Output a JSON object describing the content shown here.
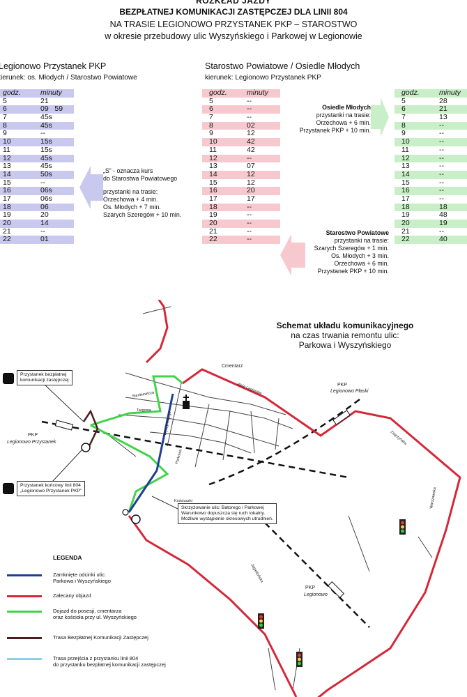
{
  "header": {
    "line1": "ROZKŁAD JAZDY",
    "line2": "BEZPŁATNEJ KOMUNIKACJI ZASTĘPCZEJ DLA LINII 804",
    "line3": "NA TRASIE LEGIONOWO PRZYSTANEK PKP – STAROSTWO",
    "line4": "w okresie przebudowy ulic Wyszyńskiego i Parkowej w Legionowie"
  },
  "left": {
    "title": "Legionowo Przystanek PKP",
    "direction": "kierunek: os. Młodych / Starostwo Powiatowe",
    "head_hour": "godz.",
    "head_min": "minuty",
    "rows": [
      {
        "h": "5",
        "m": "21"
      },
      {
        "h": "6",
        "m": "09   59"
      },
      {
        "h": "7",
        "m": "45s"
      },
      {
        "h": "8",
        "m": "45s"
      },
      {
        "h": "9",
        "m": "--"
      },
      {
        "h": "10",
        "m": "15s"
      },
      {
        "h": "11",
        "m": "15s"
      },
      {
        "h": "12",
        "m": "45s"
      },
      {
        "h": "13",
        "m": "45s"
      },
      {
        "h": "14",
        "m": "50s"
      },
      {
        "h": "15",
        "m": "--"
      },
      {
        "h": "16",
        "m": "06s"
      },
      {
        "h": "17",
        "m": "06s"
      },
      {
        "h": "18",
        "m": "06"
      },
      {
        "h": "19",
        "m": "20"
      },
      {
        "h": "20",
        "m": "14"
      },
      {
        "h": "21",
        "m": "--"
      },
      {
        "h": "22",
        "m": "01"
      }
    ],
    "note": [
      "„S” - oznacza kurs",
      "do Starostwa Powiatowego",
      "",
      "przystanki na trasie:",
      "Orzechowa + 4 min.",
      "Os. Młodych + 7 min.",
      "Szarych Szeregów + 10 min."
    ]
  },
  "middle": {
    "title": "Starostwo Powiatowe / Osiedle Młodych",
    "direction": "kierunek: Legionowo Przystanek PKP",
    "head_hour": "godz.",
    "head_min": "minuty",
    "rows": [
      {
        "h": "5",
        "m": "--"
      },
      {
        "h": "6",
        "m": "--"
      },
      {
        "h": "7",
        "m": "--"
      },
      {
        "h": "8",
        "m": "02"
      },
      {
        "h": "9",
        "m": "12"
      },
      {
        "h": "10",
        "m": "42"
      },
      {
        "h": "11",
        "m": "42"
      },
      {
        "h": "12",
        "m": "--"
      },
      {
        "h": "13",
        "m": "07"
      },
      {
        "h": "14",
        "m": "12"
      },
      {
        "h": "15",
        "m": "12"
      },
      {
        "h": "16",
        "m": "20"
      },
      {
        "h": "17",
        "m": "17"
      },
      {
        "h": "18",
        "m": "--"
      },
      {
        "h": "19",
        "m": "--"
      },
      {
        "h": "20",
        "m": "--"
      },
      {
        "h": "21",
        "m": "--"
      },
      {
        "h": "22",
        "m": "--"
      }
    ],
    "note_osiedle": [
      "Osiedle Młodych",
      "przystanki na trasie:",
      "Orzechowa + 6 min.",
      "Przystanek PKP + 10 min."
    ],
    "note_starostwo": [
      "Starostwo Powiatowe",
      "przystanki na trasie:",
      "Szarych Szeregów + 1 min.",
      "Os. Młodych + 3 min.",
      "Orzechowa + 6 min.",
      "Przystanek PKP + 10 min."
    ]
  },
  "right": {
    "head_hour": "godz.",
    "head_min": "minuty",
    "rows": [
      {
        "h": "5",
        "m": "28"
      },
      {
        "h": "6",
        "m": "21"
      },
      {
        "h": "7",
        "m": "13"
      },
      {
        "h": "8",
        "m": "--"
      },
      {
        "h": "9",
        "m": "--"
      },
      {
        "h": "10",
        "m": "--"
      },
      {
        "h": "11",
        "m": "--"
      },
      {
        "h": "12",
        "m": "--"
      },
      {
        "h": "13",
        "m": "--"
      },
      {
        "h": "14",
        "m": "--"
      },
      {
        "h": "15",
        "m": "--"
      },
      {
        "h": "16",
        "m": "--"
      },
      {
        "h": "17",
        "m": "--"
      },
      {
        "h": "18",
        "m": "18"
      },
      {
        "h": "19",
        "m": "48"
      },
      {
        "h": "20",
        "m": "19"
      },
      {
        "h": "21",
        "m": "--"
      },
      {
        "h": "22",
        "m": "40"
      }
    ]
  },
  "map": {
    "title_bold": "Schemat układu komunikacyjnego",
    "title_line2": "na czas trwania remontu ulic:",
    "title_line3": "Parkowa i Wyszyńskiego",
    "labels": {
      "cmentarz": "Cmentarz",
      "pkp_plaski": "PKP",
      "pkp_plaski2": "Legionowo Płaski",
      "pkp_przystanek": "PKP",
      "pkp_przystanek2": "Legionowo Przystanek",
      "pkp_legionowo": "PKP",
      "pkp_legionowo2": "Legionowo",
      "aleja": "Aleja Legionów",
      "parkowa": "Parkowa",
      "sienkiewicza": "Sienkiewicza",
      "targowa": "Targowa",
      "kosciuszki": "Kościuszki",
      "mickiewicza": "Mickiewicza",
      "wyszynskiego": "Wyszyńskiego",
      "warszawska": "Warszawska",
      "jagiellonska": "Jagiellońska",
      "zegrzynska": "Zegrzyńska"
    },
    "bubble_stop": [
      "Przystanek bezpłatnej",
      "komunikacji zastępczej"
    ],
    "bubble_end": [
      "Przystanek końcowy linii 804",
      "„Legionowo Przystanek PKP”"
    ],
    "bubble_cross": [
      "Skrzyżowanie ulic: Batorego i Parkowej",
      "Warunkowo dopuszcza się ruch lokalny.",
      "Możliwe wystąpienie okresowych utrudnień."
    ]
  },
  "legend": {
    "title": "LEGENDA",
    "items": [
      {
        "color": "#1f3f8f",
        "text": [
          "Zamknięte odcinki ulic:",
          "Parkowa i Wyszyńskiego"
        ]
      },
      {
        "color": "#d4283a",
        "text": [
          "Zalecany objazd"
        ]
      },
      {
        "color": "#3fd44a",
        "text": [
          "Dojazd do posesji, cmentarza",
          "oraz kościoła przy ul. Wyszyńskiego"
        ]
      },
      {
        "color": "#4b1e1e",
        "text": [
          "Trasa Bezpłatnej Komunikacji Zastępczej"
        ]
      },
      {
        "color": "#8fd0e8",
        "text": [
          "Trasa przejścia z przystanku linii 804",
          "do przystanku bezpłatnej komunikacji zastępczej"
        ]
      }
    ]
  }
}
